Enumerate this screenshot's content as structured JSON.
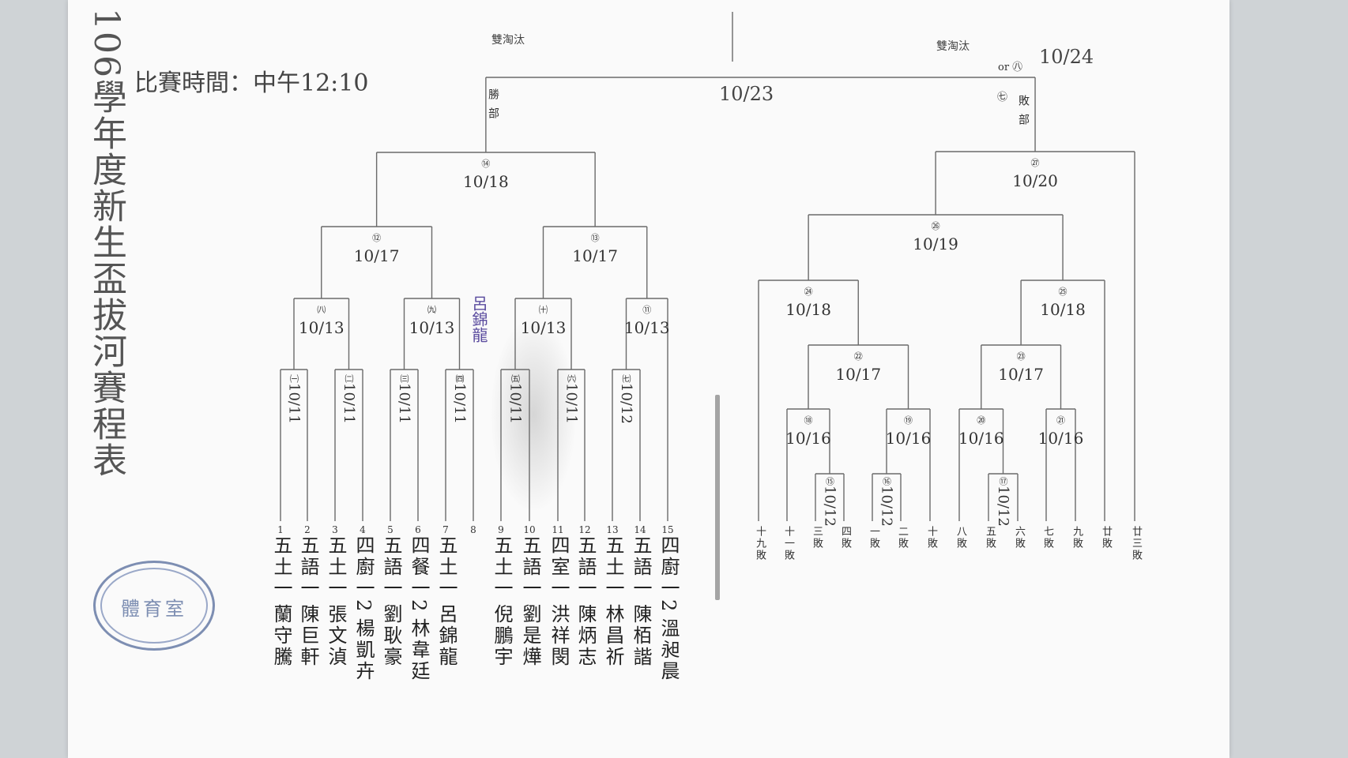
{
  "title": "106學年度新生盃拔河賽程表",
  "time_note": "比賽時間：中午12:10",
  "headers": {
    "left": "雙淘汰",
    "right": "雙淘汰",
    "or_label": "or ㊇",
    "or_date": "10/24"
  },
  "final": {
    "date": "10/23",
    "win_label": "勝部",
    "lose_label": "敗部",
    "lose_game": "㊆"
  },
  "handwritten_note": "呂錦龍",
  "stamp_text": "體育室",
  "winners": [
    {
      "num": "1",
      "cls": "五土一",
      "name": "蘭守騰"
    },
    {
      "num": "2",
      "cls": "五語一",
      "name": "陳巨軒"
    },
    {
      "num": "3",
      "cls": "五土一",
      "name": "張文湞"
    },
    {
      "num": "4",
      "cls": "四廚一2",
      "name": "楊凱卉"
    },
    {
      "num": "5",
      "cls": "五語一",
      "name": "劉耿豪"
    },
    {
      "num": "6",
      "cls": "四餐一2",
      "name": "林韋廷"
    },
    {
      "num": "7",
      "cls": "五土一",
      "name": "呂錦龍"
    },
    {
      "num": "8",
      "cls": "",
      "name": ""
    },
    {
      "num": "9",
      "cls": "五土一",
      "name": "倪鵬宇"
    },
    {
      "num": "10",
      "cls": "五語一",
      "name": "劉是燁"
    },
    {
      "num": "11",
      "cls": "四室一",
      "name": "洪祥閔"
    },
    {
      "num": "12",
      "cls": "五語一",
      "name": "陳炳志"
    },
    {
      "num": "13",
      "cls": "五土一",
      "name": "林昌祈"
    },
    {
      "num": "14",
      "cls": "五語一",
      "name": "陳栢諧"
    },
    {
      "num": "15",
      "cls": "四廚一2",
      "name": "溫昶晨"
    }
  ],
  "losers": [
    "十九敗",
    "十一敗",
    "三敗",
    "四敗",
    "一敗",
    "二敗",
    "十敗",
    "八敗",
    "五敗",
    "六敗",
    "七敗",
    "九敗",
    "廿敗",
    "廿三敗"
  ],
  "game_dates": {
    "g1": {
      "g": "㈠",
      "d": "10/11"
    },
    "g2": {
      "g": "㈡",
      "d": "10/11"
    },
    "g3": {
      "g": "㈢",
      "d": "10/11"
    },
    "g4": {
      "g": "㈣",
      "d": "10/11"
    },
    "g5": {
      "g": "㈤",
      "d": "10/11"
    },
    "g6": {
      "g": "㈥",
      "d": "10/11"
    },
    "g7": {
      "g": "㈦",
      "d": "10/12"
    },
    "g8": {
      "g": "㈧",
      "d": "10/13"
    },
    "g9": {
      "g": "㈨",
      "d": "10/13"
    },
    "g10": {
      "g": "㈩",
      "d": "10/13"
    },
    "g11": {
      "g": "⑪",
      "d": "10/13"
    },
    "g12": {
      "g": "⑫",
      "d": "10/17"
    },
    "g13": {
      "g": "⑬",
      "d": "10/17"
    },
    "g14": {
      "g": "⑭",
      "d": "10/18"
    },
    "l1": {
      "g": "⑮",
      "d": "10/12"
    },
    "l2": {
      "g": "⑯",
      "d": "10/12"
    },
    "l3": {
      "g": "⑰",
      "d": "10/12"
    },
    "l4": {
      "g": "⑱",
      "d": "10/16"
    },
    "l5": {
      "g": "⑲",
      "d": "10/16"
    },
    "l6": {
      "g": "⑳",
      "d": "10/16"
    },
    "l7": {
      "g": "㉑",
      "d": "10/16"
    },
    "l8": {
      "g": "㉒",
      "d": "10/17"
    },
    "l9": {
      "g": "㉓",
      "d": "10/17"
    },
    "l10": {
      "g": "㉔",
      "d": "10/18"
    },
    "l11": {
      "g": "㉕",
      "d": "10/18"
    },
    "l12": {
      "g": "㉖",
      "d": "10/19"
    },
    "l13": {
      "g": "㉗",
      "d": "10/20"
    }
  }
}
